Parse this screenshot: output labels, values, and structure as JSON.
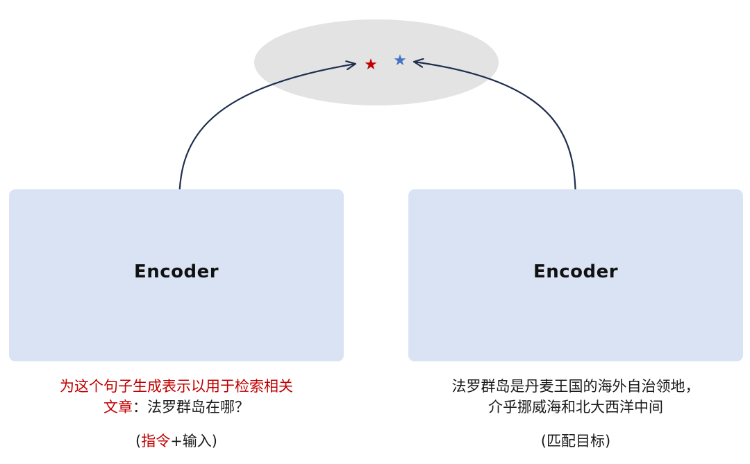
{
  "left_encoder": {
    "label": "Encoder",
    "caption_instruction_line1": "为这个句子生成表示以用于检索相关",
    "caption_instruction_line2": "文章",
    "caption_query": "：法罗群岛在哪？",
    "note_open": "(",
    "note_instruction": "指令",
    "note_rest": "+输入)"
  },
  "right_encoder": {
    "label": "Encoder",
    "caption_line1": "法罗群岛是丹麦王国的海外自治领地，",
    "caption_line2": "介乎挪威海和北大西洋中间",
    "note": "(匹配目标)"
  },
  "colors": {
    "box_fill": "#dae3f3",
    "embedding_space": "#e3e3e3",
    "arrow": "#1f2f4f",
    "query_star": "#c00000",
    "target_star": "#4472c4",
    "instruction_text": "#c00000"
  }
}
